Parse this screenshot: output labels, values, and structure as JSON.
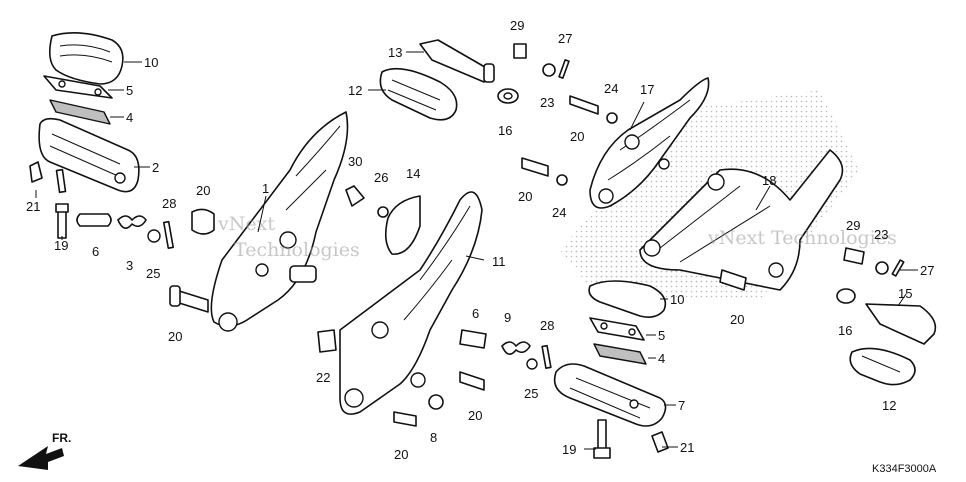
{
  "diagram": {
    "code": "K334F3000A",
    "direction": "FR.",
    "watermark": {
      "line1": "vNext",
      "line2": "Technologies",
      "inline": "vNext Technologies"
    },
    "callouts": [
      {
        "id": "c10a",
        "text": "10"
      },
      {
        "id": "c5a",
        "text": "5"
      },
      {
        "id": "c4a",
        "text": "4"
      },
      {
        "id": "c2",
        "text": "2"
      },
      {
        "id": "c21a",
        "text": "21"
      },
      {
        "id": "c19a",
        "text": "19"
      },
      {
        "id": "c6a",
        "text": "6"
      },
      {
        "id": "c3",
        "text": "3"
      },
      {
        "id": "c25a",
        "text": "25"
      },
      {
        "id": "c28a",
        "text": "28"
      },
      {
        "id": "c20a",
        "text": "20"
      },
      {
        "id": "c1",
        "text": "1"
      },
      {
        "id": "c20b",
        "text": "20"
      },
      {
        "id": "c13",
        "text": "13"
      },
      {
        "id": "c12a",
        "text": "12"
      },
      {
        "id": "c30",
        "text": "30"
      },
      {
        "id": "c26",
        "text": "26"
      },
      {
        "id": "c14",
        "text": "14"
      },
      {
        "id": "c11",
        "text": "11"
      },
      {
        "id": "c22",
        "text": "22"
      },
      {
        "id": "c6b",
        "text": "6"
      },
      {
        "id": "c9",
        "text": "9"
      },
      {
        "id": "c25b",
        "text": "25"
      },
      {
        "id": "c28b",
        "text": "28"
      },
      {
        "id": "c20c",
        "text": "20"
      },
      {
        "id": "c8",
        "text": "8"
      },
      {
        "id": "c20d",
        "text": "20"
      },
      {
        "id": "c29a",
        "text": "29"
      },
      {
        "id": "c27a",
        "text": "27"
      },
      {
        "id": "c23a",
        "text": "23"
      },
      {
        "id": "c16a",
        "text": "16"
      },
      {
        "id": "c24a",
        "text": "24"
      },
      {
        "id": "c17",
        "text": "17"
      },
      {
        "id": "c20e",
        "text": "20"
      },
      {
        "id": "c20f",
        "text": "20"
      },
      {
        "id": "c24b",
        "text": "24"
      },
      {
        "id": "c18",
        "text": "18"
      },
      {
        "id": "c10b",
        "text": "10"
      },
      {
        "id": "c5b",
        "text": "5"
      },
      {
        "id": "c4b",
        "text": "4"
      },
      {
        "id": "c7",
        "text": "7"
      },
      {
        "id": "c19b",
        "text": "19"
      },
      {
        "id": "c21b",
        "text": "21"
      },
      {
        "id": "c20g",
        "text": "20"
      },
      {
        "id": "c29b",
        "text": "29"
      },
      {
        "id": "c23b",
        "text": "23"
      },
      {
        "id": "c27b",
        "text": "27"
      },
      {
        "id": "c15",
        "text": "15"
      },
      {
        "id": "c16b",
        "text": "16"
      },
      {
        "id": "c12b",
        "text": "12"
      }
    ]
  }
}
